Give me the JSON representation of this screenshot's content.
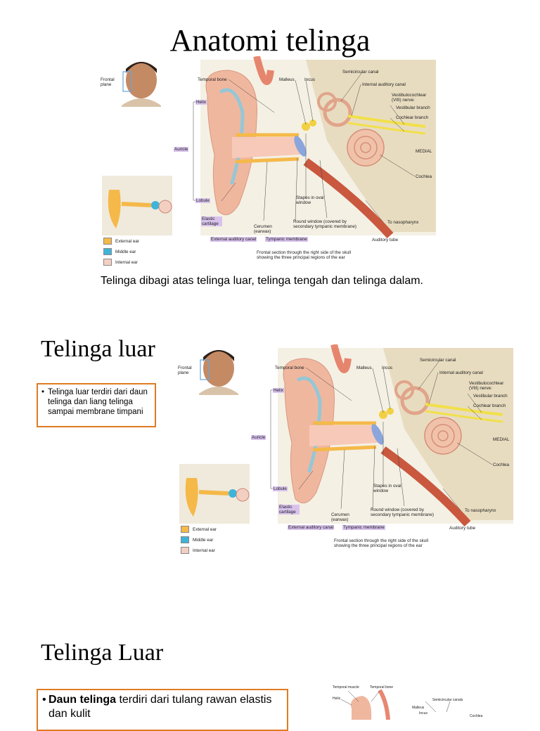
{
  "slide1": {
    "title": "Anatomi telinga",
    "caption": "Telinga dibagi atas telinga luar, telinga tengah dan telinga dalam."
  },
  "slide2": {
    "title": "Telinga luar",
    "bullet": "Telinga luar terdiri dari daun telinga dan liang telinga sampai membrane timpani"
  },
  "slide3": {
    "title": "Telinga Luar",
    "bullet_bold": "Daun telinga",
    "bullet_rest": " terdiri dari tulang rawan elastis dan kulit",
    "figure_labels": {
      "temporal_muscle": "Temporal muscle",
      "temporal_bone": "Temporal bone",
      "helix": "Helix",
      "semicircular_canal": "Semicircular canals",
      "malleus": "Malleus",
      "incus": "Incus",
      "cochlea": "Cochlea"
    }
  },
  "figure": {
    "frontal_plane": "Frontal plane",
    "temporal_bone": "Temporal bone",
    "malleus": "Malleus",
    "incus": "Incus",
    "semicircular_canal": "Semicircular canal",
    "internal_auditory_canal": "Internal auditory canal",
    "vestibulocochlear": "Vestibulocochlear (VIII) nerve:",
    "vestibular_branch": "Vestibular branch",
    "cochlear_branch": "Cochlear branch",
    "medial": "MEDIAL",
    "cochlea": "Cochlea",
    "helix": "Helix",
    "auricle": "Auricle",
    "lobule": "Lobule",
    "elastic_cartilage": "Elastic cartilage",
    "cerumen": "Cerumen (earwax)",
    "stapes": "Stapes in oval window",
    "round_window": "Round window (covered by secondary tympanic membrane)",
    "to_nasopharynx": "To nasopharynx",
    "external_auditory_canal": "External auditory canal",
    "tympanic_membrane": "Tympanic membrane",
    "auditory_tube": "Auditory tube",
    "figure_caption": "Frontal section through the right side of the skull showing the three principal regions of the ear",
    "legend": [
      {
        "label": "External ear",
        "color": "#f5b94a"
      },
      {
        "label": "Middle ear",
        "color": "#3fb4d9"
      },
      {
        "label": "Internal ear",
        "color": "#f3cfc2"
      }
    ]
  },
  "colors": {
    "accent_border": "#e07b24",
    "label_highlight": "#d9c3ee"
  }
}
